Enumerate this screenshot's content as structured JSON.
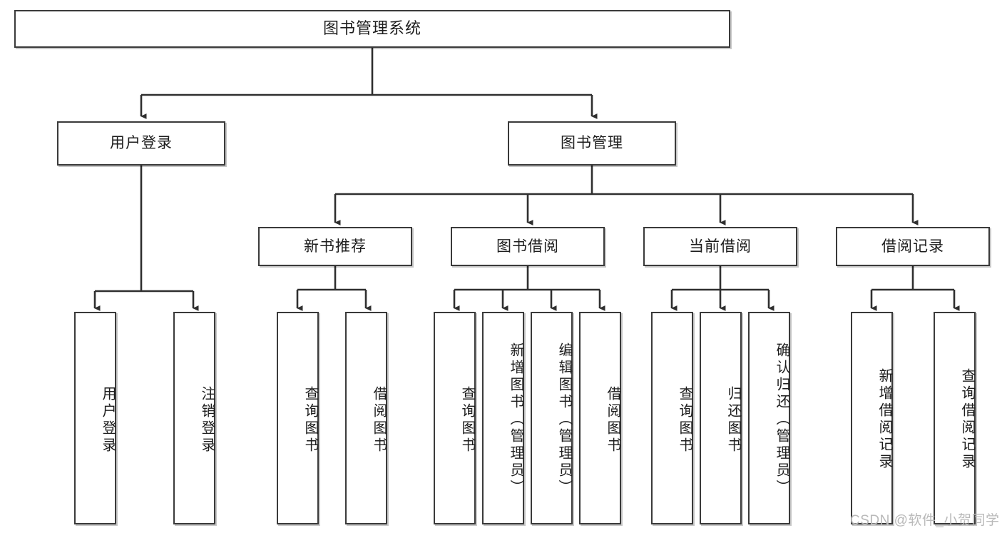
{
  "diagram": {
    "type": "tree-hierarchy-chart",
    "title": "图书管理系统",
    "line_color": "#3a3a3a",
    "box_fill": "#ffffff",
    "text_color": "#1d1d1d",
    "levels": 3,
    "nodes": {
      "root": {
        "label": "图书管理系统"
      },
      "level1": [
        {
          "label": "用户登录"
        },
        {
          "label": "图书管理"
        }
      ],
      "level2": [
        {
          "label": "新书推荐"
        },
        {
          "label": "图书借阅"
        },
        {
          "label": "当前借阅"
        },
        {
          "label": "借阅记录"
        }
      ],
      "leaves_user_login": [
        {
          "label": "用户登录"
        },
        {
          "label": "注销登录"
        }
      ],
      "leaves_new_book": [
        {
          "label": "查询图书"
        },
        {
          "label": "借阅图书"
        }
      ],
      "leaves_borrow": [
        {
          "label": "查询图书"
        },
        {
          "label": "新增图书（管理员）"
        },
        {
          "label": "编辑图书（管理员）"
        },
        {
          "label": "借阅图书"
        }
      ],
      "leaves_current": [
        {
          "label": "查询图书"
        },
        {
          "label": "归还图书"
        },
        {
          "label": "确认归还（管理员）"
        }
      ],
      "leaves_records": [
        {
          "label": "新增借阅记录"
        },
        {
          "label": "查询借阅记录"
        }
      ]
    }
  },
  "watermark": {
    "text": "CSDN @软件_小贺同学",
    "color": "#b9b9b9"
  }
}
